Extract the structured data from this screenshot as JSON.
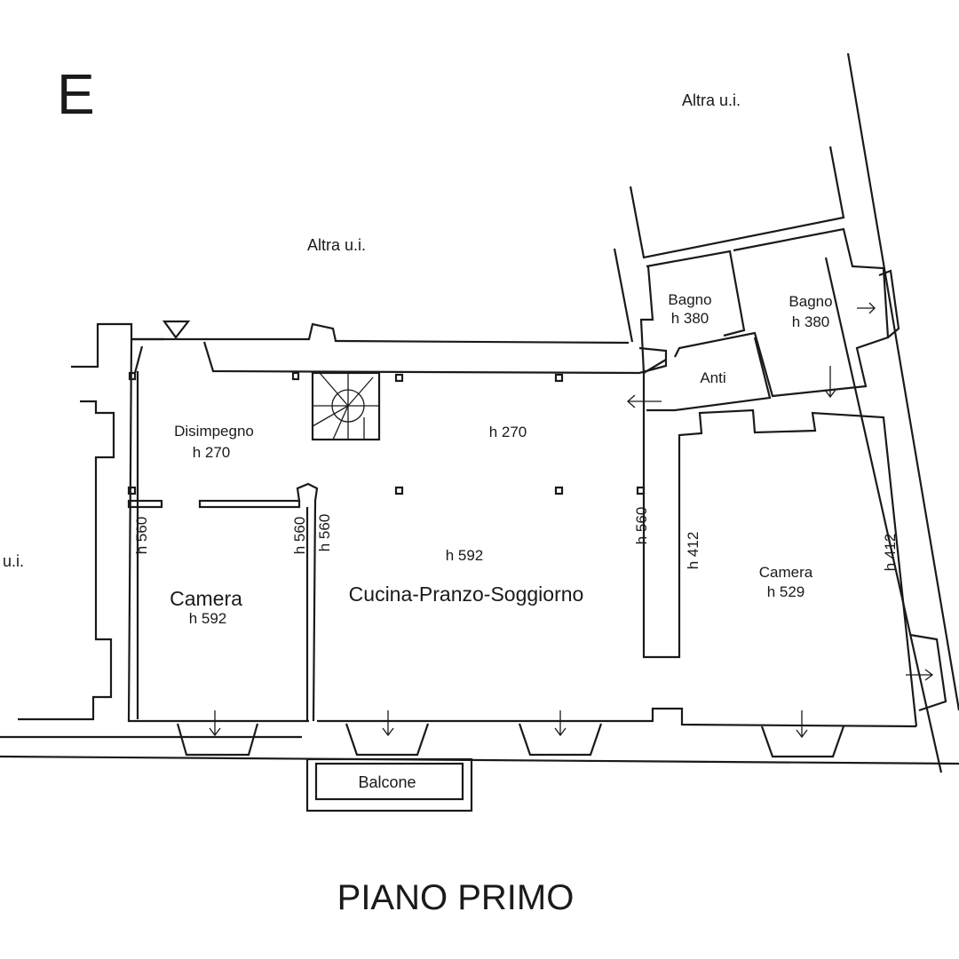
{
  "plan": {
    "letter": "E",
    "title": "PIANO PRIMO",
    "neighbors": [
      "Altra u.i.",
      "Altra u.i.",
      "u.i."
    ],
    "rooms": [
      {
        "name": "Disimpegno",
        "height": "h 270"
      },
      {
        "name": "",
        "height": "h 270"
      },
      {
        "name": "Camera",
        "height": "h 592"
      },
      {
        "name": "Cucina-Pranzo-Soggiorno",
        "height": "h 592"
      },
      {
        "name": "Camera",
        "height": "h 529"
      },
      {
        "name": "Bagno",
        "height": "h 380"
      },
      {
        "name": "Bagno",
        "height": "h 380"
      },
      {
        "name": "Anti",
        "height": ""
      },
      {
        "name": "Balcone",
        "height": ""
      }
    ],
    "wall_heights": [
      "h 560",
      "h 560",
      "h 560",
      "h 560",
      "h 412",
      "h 412"
    ]
  }
}
